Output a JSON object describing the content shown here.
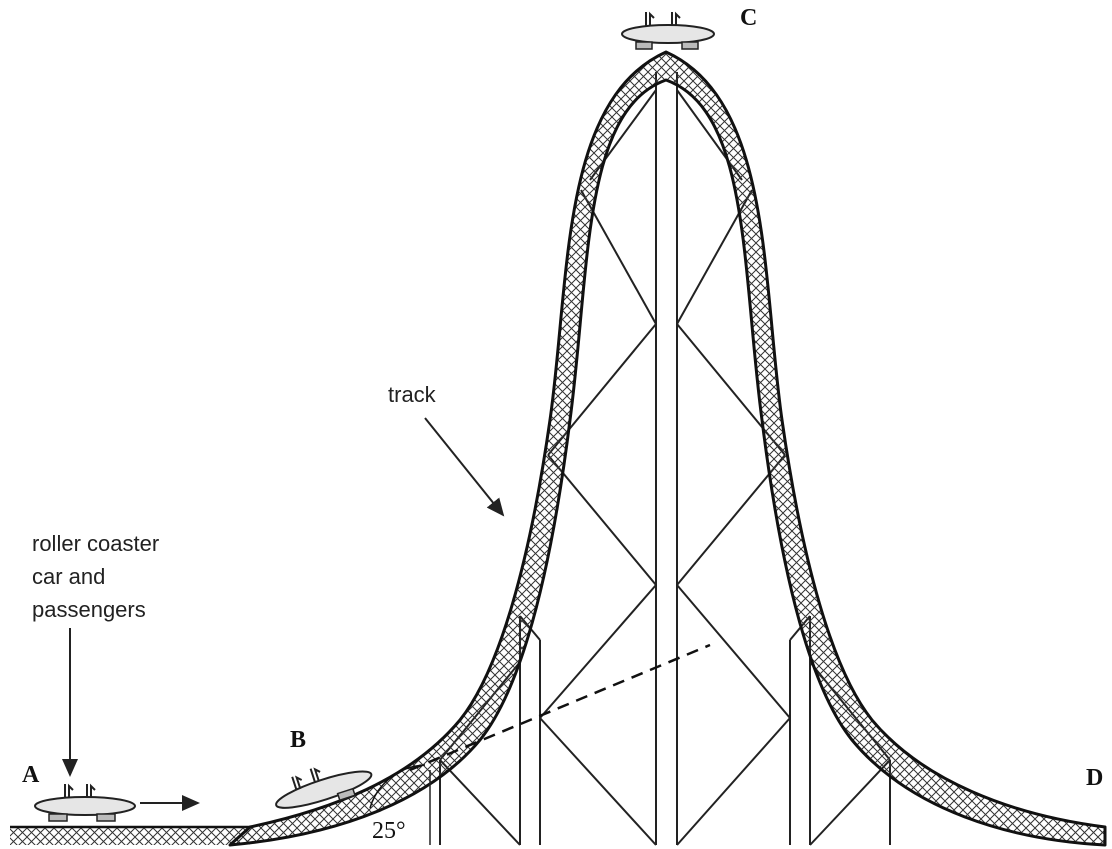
{
  "diagram": {
    "point_labels": {
      "A": "A",
      "B": "B",
      "C": "C",
      "D": "D"
    },
    "annotations": {
      "track": "track",
      "car_line1": "roller coaster",
      "car_line2": "car and",
      "car_line3": "passengers"
    },
    "angle": "25°"
  }
}
